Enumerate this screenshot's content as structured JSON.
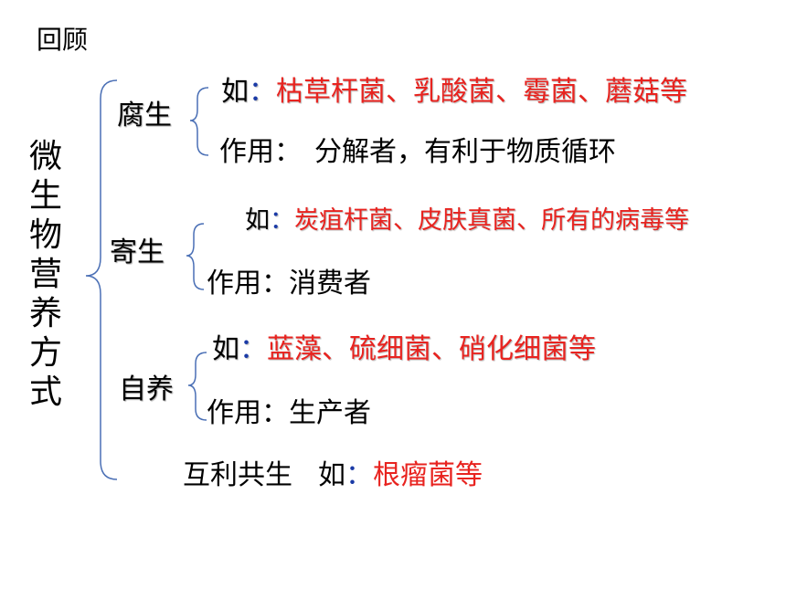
{
  "title": "回顾",
  "root_label": [
    "微",
    "生",
    "物",
    "营",
    "养",
    "方",
    "式"
  ],
  "categories": [
    {
      "name": "腐生",
      "example_prefix": "如",
      "example_colon": "：",
      "examples": "枯草杆菌、乳酸菌、霉菌、蘑菇等",
      "role_prefix": "作用",
      "role_colon": "：",
      "role": "分解者，有利于物质循环"
    },
    {
      "name": "寄生",
      "example_prefix": "如",
      "example_colon": "：",
      "examples": "炭疽杆菌、皮肤真菌、所有的病毒等",
      "role_prefix": "作用",
      "role_colon": "：",
      "role": "消费者"
    },
    {
      "name": "自养",
      "example_prefix": "如",
      "example_colon": "：",
      "examples": "蓝藻、硫细菌、硝化细菌等",
      "role_prefix": "作用",
      "role_colon": "：",
      "role": "生产者"
    }
  ],
  "mutualism": {
    "name": "互利共生",
    "example_prefix": "如",
    "example_colon": "：",
    "examples": "根瘤菌等"
  },
  "colors": {
    "example": "#e8231f",
    "colon": "#1a3aa6",
    "brace": "#4a6fb5"
  }
}
